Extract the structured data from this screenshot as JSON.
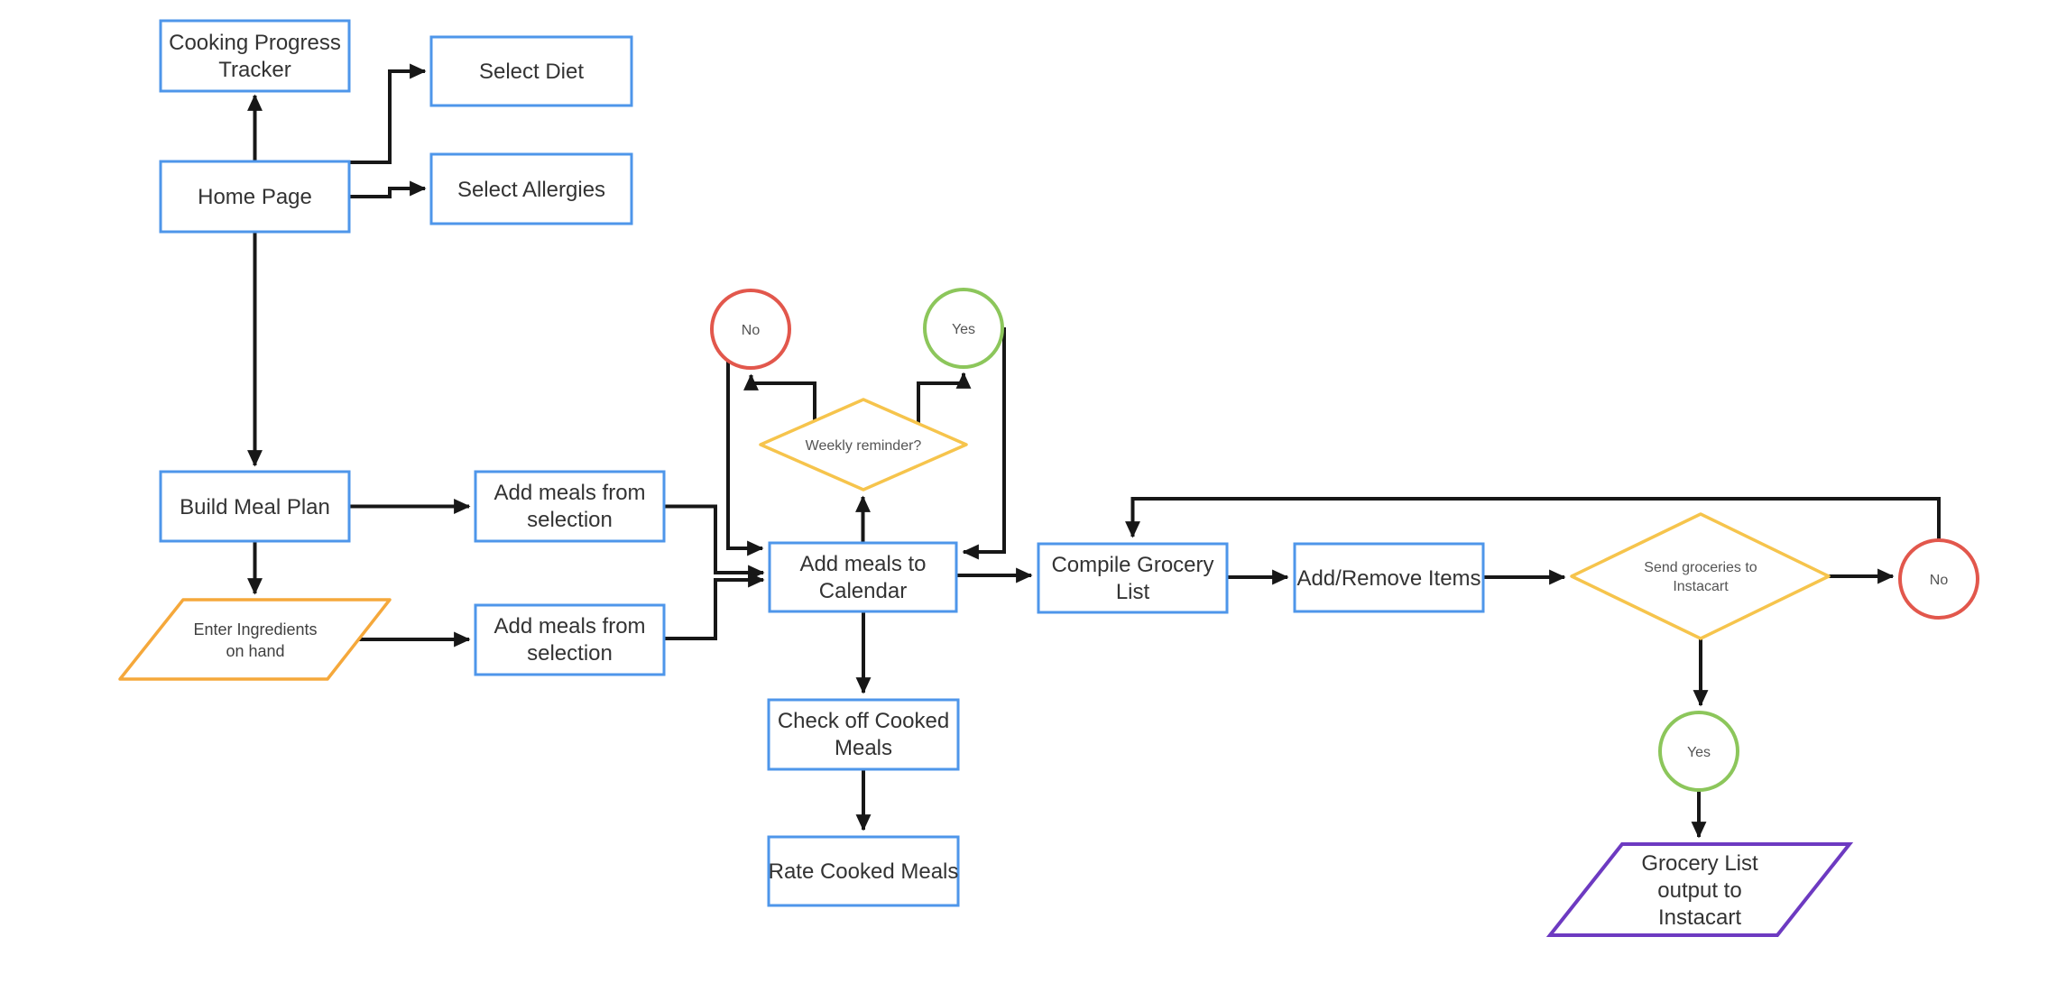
{
  "colors": {
    "process_blue": "#4E96EA",
    "decision_yellow": "#F6C44C",
    "input_orange": "#F5A83B",
    "terminal_red": "#E2574C",
    "terminal_green": "#8CC65B",
    "output_purple": "#6D3AC1",
    "connector_black": "#171717"
  },
  "nodes": {
    "cooking_progress_tracker": {
      "lines": [
        "Cooking Progress",
        "Tracker"
      ]
    },
    "select_diet": {
      "label": "Select Diet"
    },
    "home_page": {
      "label": "Home Page"
    },
    "select_allergies": {
      "label": "Select Allergies"
    },
    "build_meal_plan": {
      "label": "Build Meal Plan"
    },
    "add_meals_from_selection_top": {
      "lines": [
        "Add meals from",
        "selection"
      ]
    },
    "add_meals_from_selection_bottom": {
      "lines": [
        "Add meals from",
        "selection"
      ]
    },
    "enter_ingredients": {
      "lines": [
        "Enter Ingredients",
        "on hand"
      ]
    },
    "add_meals_to_calendar": {
      "lines": [
        "Add meals to",
        "Calendar"
      ]
    },
    "weekly_reminder": {
      "label": "Weekly reminder?"
    },
    "weekly_no": {
      "label": "No"
    },
    "weekly_yes": {
      "label": "Yes"
    },
    "check_off_cooked_meals": {
      "lines": [
        "Check off Cooked",
        "Meals"
      ]
    },
    "rate_cooked_meals": {
      "label": "Rate Cooked Meals"
    },
    "compile_grocery_list": {
      "lines": [
        "Compile Grocery",
        "List"
      ]
    },
    "add_remove_items": {
      "label": "Add/Remove Items"
    },
    "send_groceries_to_instacart": {
      "lines": [
        "Send groceries to",
        "Instacart"
      ]
    },
    "instacart_no": {
      "label": "No"
    },
    "instacart_yes": {
      "label": "Yes"
    },
    "grocery_list_output": {
      "lines": [
        "Grocery List",
        "output to",
        "Instacart"
      ]
    }
  }
}
